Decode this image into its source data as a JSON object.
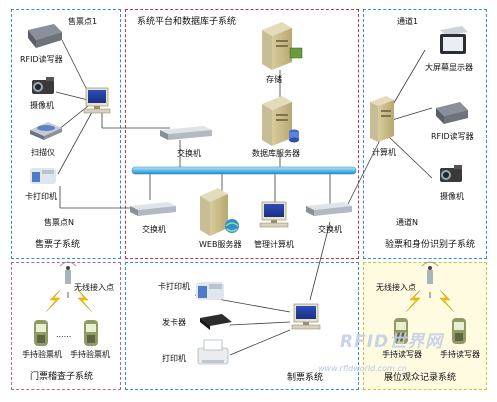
{
  "colors": {
    "box_blue": "#2f8fd6",
    "box_red": "#c0304a",
    "box_pink": "#d05a8a",
    "box_gold": "#d9c233",
    "backbone": "#4aa8dd"
  },
  "sections": {
    "ticket_sale": {
      "title": "售票子系统",
      "point1": "售票点1",
      "pointN": "售票点N",
      "rfid_reader": "RFID读写器",
      "camera": "摄像机",
      "scanner": "扫描仪",
      "card_printer": "卡打印机",
      "switch": "交换机"
    },
    "platform": {
      "title": "系统平台和数据库子系统",
      "storage": "存储",
      "db_server": "数据库服务器",
      "switch_center": "交换机",
      "switch_right": "交换机",
      "web_server": "WEB服务器",
      "mgmt_pc": "管理计算机"
    },
    "verify": {
      "title": "验票和身份识别子系统",
      "channel1": "通道1",
      "channelN": "通道N",
      "big_screen": "大屏幕显示器",
      "rfid_reader": "RFID读写器",
      "computer": "计算机",
      "camera": "摄像机"
    },
    "gate_check": {
      "title": "门票稽查子系统",
      "wireless_ap": "无线接入点",
      "handheld_a": "手持验票机",
      "handheld_b": "手持验票机",
      "dots": "......"
    },
    "ticketing": {
      "title": "制票系统",
      "card_printer": "卡打印机",
      "card_issuer": "发卡器",
      "printer": "打印机"
    },
    "visitor_record": {
      "title": "展位观众记录系统",
      "wireless_ap": "无线接入点",
      "reader_a": "手持读写器",
      "reader_b": "手持读写器"
    }
  },
  "watermark": {
    "brand": "RFID世界网",
    "url": "www.rfidworld.com.cn"
  }
}
